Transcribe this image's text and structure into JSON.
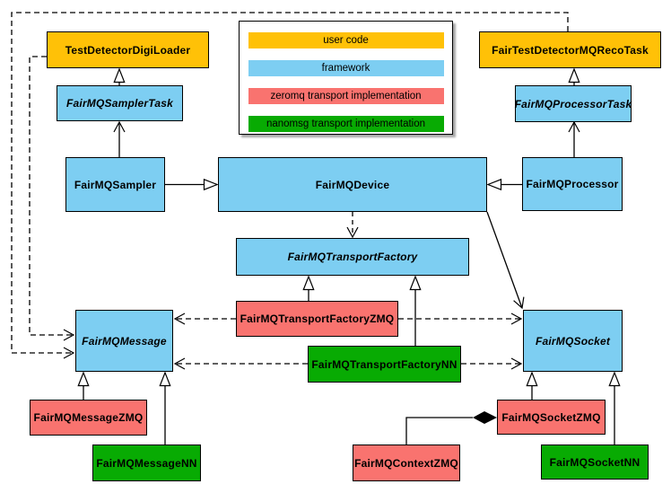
{
  "colors": {
    "user_code": "#ffc107",
    "framework": "#7dcef2",
    "zeromq": "#f9736f",
    "nanomsg": "#08ab03"
  },
  "legend": {
    "items": [
      {
        "label": "user code",
        "color": "#ffc107"
      },
      {
        "label": "framework",
        "color": "#7dcef2"
      },
      {
        "label": "zeromq transport implementation",
        "color": "#f9736f"
      },
      {
        "label": "nanomsg transport implementation",
        "color": "#08ab03"
      }
    ]
  },
  "nodes": {
    "test_detector_digi_loader": {
      "label": "TestDetectorDigiLoader",
      "category": "user code",
      "abstract": false
    },
    "fair_test_detector_mq_reco_task": {
      "label": "FairTestDetectorMQRecoTask",
      "category": "user code",
      "abstract": false
    },
    "fairmq_sampler_task": {
      "label": "FairMQSamplerTask",
      "category": "framework",
      "abstract": true
    },
    "fairmq_processor_task": {
      "label": "FairMQProcessorTask",
      "category": "framework",
      "abstract": true
    },
    "fairmq_sampler": {
      "label": "FairMQSampler",
      "category": "framework",
      "abstract": false
    },
    "fairmq_device": {
      "label": "FairMQDevice",
      "category": "framework",
      "abstract": false
    },
    "fairmq_processor": {
      "label": "FairMQProcessor",
      "category": "framework",
      "abstract": false
    },
    "fairmq_transport_factory": {
      "label": "FairMQTransportFactory",
      "category": "framework",
      "abstract": true
    },
    "fairmq_transport_factory_zmq": {
      "label": "FairMQTransportFactoryZMQ",
      "category": "zeromq",
      "abstract": false
    },
    "fairmq_transport_factory_nn": {
      "label": "FairMQTransportFactoryNN",
      "category": "nanomsg",
      "abstract": false
    },
    "fairmq_message": {
      "label": "FairMQMessage",
      "category": "framework",
      "abstract": true
    },
    "fairmq_socket": {
      "label": "FairMQSocket",
      "category": "framework",
      "abstract": true
    },
    "fairmq_message_zmq": {
      "label": "FairMQMessageZMQ",
      "category": "zeromq",
      "abstract": false
    },
    "fairmq_message_nn": {
      "label": "FairMQMessageNN",
      "category": "nanomsg",
      "abstract": false
    },
    "fairmq_context_zmq": {
      "label": "FairMQContextZMQ",
      "category": "zeromq",
      "abstract": false
    },
    "fairmq_socket_zmq": {
      "label": "FairMQSocketZMQ",
      "category": "zeromq",
      "abstract": false
    },
    "fairmq_socket_nn": {
      "label": "FairMQSocketNN",
      "category": "nanomsg",
      "abstract": false
    }
  },
  "edges": [
    {
      "from": "fairmq_sampler_task",
      "to": "test_detector_digi_loader",
      "type": "inheritance-triangle",
      "line": "solid"
    },
    {
      "from": "fairmq_processor_task",
      "to": "fair_test_detector_mq_reco_task",
      "type": "inheritance-triangle",
      "line": "solid"
    },
    {
      "from": "fairmq_sampler",
      "to": "fairmq_sampler_task",
      "type": "association-arrow",
      "line": "solid"
    },
    {
      "from": "fairmq_processor",
      "to": "fairmq_processor_task",
      "type": "association-arrow",
      "line": "solid"
    },
    {
      "from": "fairmq_sampler",
      "to": "fairmq_device",
      "type": "inheritance-triangle",
      "line": "solid"
    },
    {
      "from": "fairmq_processor",
      "to": "fairmq_device",
      "type": "inheritance-triangle",
      "line": "solid"
    },
    {
      "from": "fairmq_device",
      "to": "fairmq_transport_factory",
      "type": "dependency-arrow",
      "line": "dashed"
    },
    {
      "from": "fairmq_device",
      "to": "fairmq_socket",
      "type": "association-arrow",
      "line": "solid"
    },
    {
      "from": "fairmq_transport_factory_zmq",
      "to": "fairmq_transport_factory",
      "type": "inheritance-triangle",
      "line": "solid"
    },
    {
      "from": "fairmq_transport_factory_nn",
      "to": "fairmq_transport_factory",
      "type": "inheritance-triangle",
      "line": "solid"
    },
    {
      "from": "fairmq_transport_factory_zmq",
      "to": "fairmq_message",
      "type": "dependency-arrow",
      "line": "dashed"
    },
    {
      "from": "fairmq_transport_factory_zmq",
      "to": "fairmq_socket",
      "type": "dependency-arrow",
      "line": "dashed"
    },
    {
      "from": "fairmq_transport_factory_nn",
      "to": "fairmq_message",
      "type": "dependency-arrow",
      "line": "dashed"
    },
    {
      "from": "fairmq_transport_factory_nn",
      "to": "fairmq_socket",
      "type": "dependency-arrow",
      "line": "dashed"
    },
    {
      "from": "fairmq_message_zmq",
      "to": "fairmq_message",
      "type": "inheritance-triangle",
      "line": "solid"
    },
    {
      "from": "fairmq_message_nn",
      "to": "fairmq_message",
      "type": "inheritance-triangle",
      "line": "solid"
    },
    {
      "from": "fairmq_socket_zmq",
      "to": "fairmq_socket",
      "type": "inheritance-triangle",
      "line": "solid"
    },
    {
      "from": "fairmq_context_zmq",
      "to": "fairmq_socket_zmq",
      "type": "composition-diamond",
      "line": "solid"
    },
    {
      "from": "fairmq_socket_nn",
      "to": "fairmq_socket",
      "type": "inheritance-triangle",
      "line": "solid"
    },
    {
      "from": "test_detector_digi_loader",
      "to": "fairmq_message",
      "type": "dependency-arrow",
      "line": "dashed"
    },
    {
      "from": "fair_test_detector_mq_reco_task",
      "to": "fairmq_message",
      "type": "dependency-arrow",
      "line": "dashed"
    }
  ]
}
